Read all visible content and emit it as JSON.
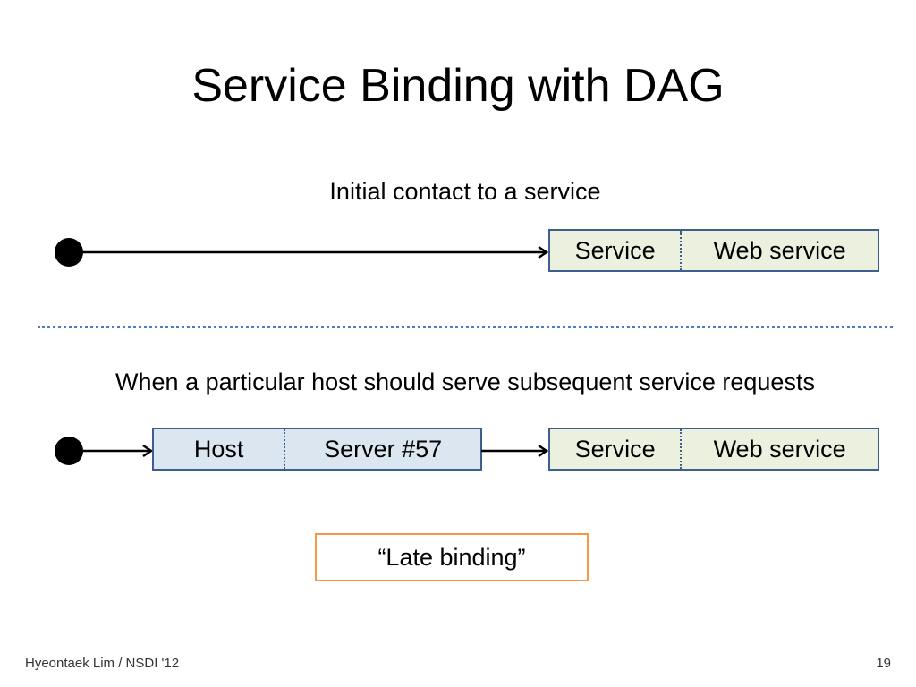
{
  "title": "Service Binding with DAG",
  "section1": {
    "heading": "Initial contact to a service",
    "target": {
      "type_label": "Service",
      "value_label": "Web service"
    }
  },
  "section2": {
    "heading": "When a particular host should serve subsequent service requests",
    "intermediate": {
      "type_label": "Host",
      "value_label": "Server #57"
    },
    "target": {
      "type_label": "Service",
      "value_label": "Web service"
    }
  },
  "note": "“Late binding”",
  "footer": {
    "author": "Hyeontaek Lim / NSDI '12",
    "page": "19"
  },
  "colors": {
    "box_border": "#3e5e8e",
    "service_fill": "#ebf1de",
    "host_fill": "#dce6f1",
    "note_border": "#f79646",
    "divider": "#4a7ebb"
  }
}
